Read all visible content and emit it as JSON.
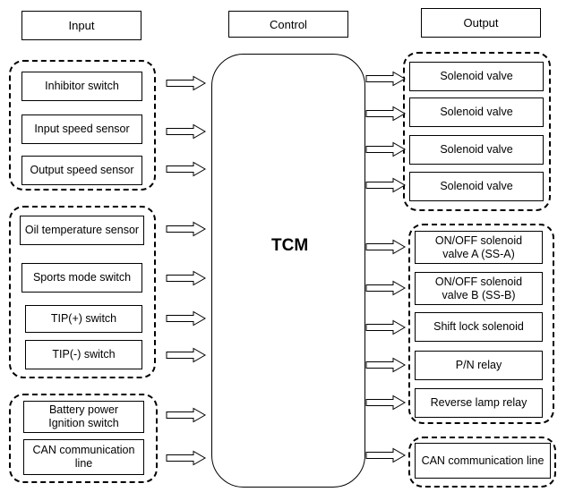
{
  "headers": {
    "input": "Input",
    "control": "Control",
    "output": "Output"
  },
  "tcm_label": "TCM",
  "inputs": [
    "Inhibitor switch",
    "Input speed sensor",
    "Output speed sensor",
    "Oil temperature sensor",
    "Sports mode switch",
    "TIP(+) switch",
    "TIP(-) switch",
    "Battery power Ignition switch",
    "CAN communication line"
  ],
  "battery_lines": [
    "Battery power",
    "Ignition switch"
  ],
  "can_in_lines": [
    "CAN communication",
    "line"
  ],
  "outputs": [
    "Solenoid valve",
    "Solenoid valve",
    "Solenoid valve",
    "Solenoid valve",
    "ON/OFF solenoid valve A (SS-A)",
    "ON/OFF solenoid valve B (SS-B)",
    "Shift lock solenoid",
    "P/N relay",
    "Reverse lamp relay",
    "CAN communication line"
  ],
  "ssa_lines": [
    "ON/OFF solenoid",
    "valve A (SS-A)"
  ],
  "ssb_lines": [
    "ON/OFF solenoid",
    "valve B (SS-B)"
  ]
}
